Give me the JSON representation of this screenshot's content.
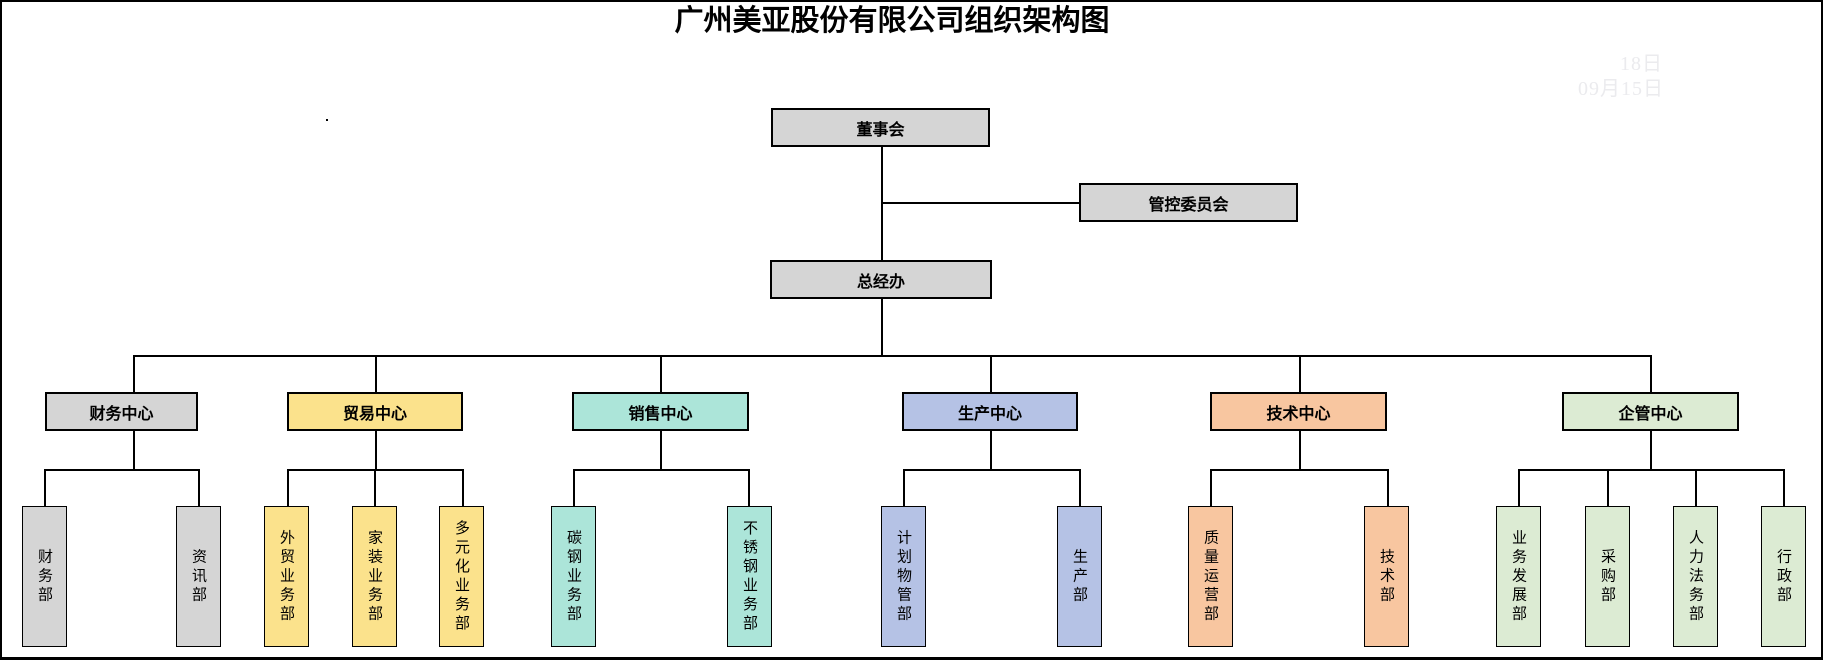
{
  "title": "广州美亚股份有限公司组织架构图",
  "colors": {
    "line": "#000000",
    "top_box_fill": "#d5d5d5"
  },
  "ghost_annotations": {
    "line1": "18日",
    "line2": "09月15日"
  },
  "org": {
    "board": {
      "label": "董事会"
    },
    "committee": {
      "label": "管控委员会"
    },
    "gm_office": {
      "label": "总经办"
    },
    "centers": [
      {
        "label": "财务中心",
        "color": "#d5d5d5",
        "departments": [
          "财务部",
          "资讯部"
        ]
      },
      {
        "label": "贸易中心",
        "color": "#fbe28c",
        "departments": [
          "外贸业务部",
          "家装业务部",
          "多元化业务部"
        ]
      },
      {
        "label": "销售中心",
        "color": "#ace5d9",
        "departments": [
          "碳钢业务部",
          "不锈钢业务部"
        ]
      },
      {
        "label": "生产中心",
        "color": "#b5c2e5",
        "departments": [
          "计划物管部",
          "生产部"
        ]
      },
      {
        "label": "技术中心",
        "color": "#f8c6a0",
        "departments": [
          "质量运营部",
          "技术部"
        ]
      },
      {
        "label": "企管中心",
        "color": "#dcebd3",
        "departments": [
          "业务发展部",
          "采购部",
          "人力法务部",
          "行政部"
        ]
      }
    ]
  }
}
